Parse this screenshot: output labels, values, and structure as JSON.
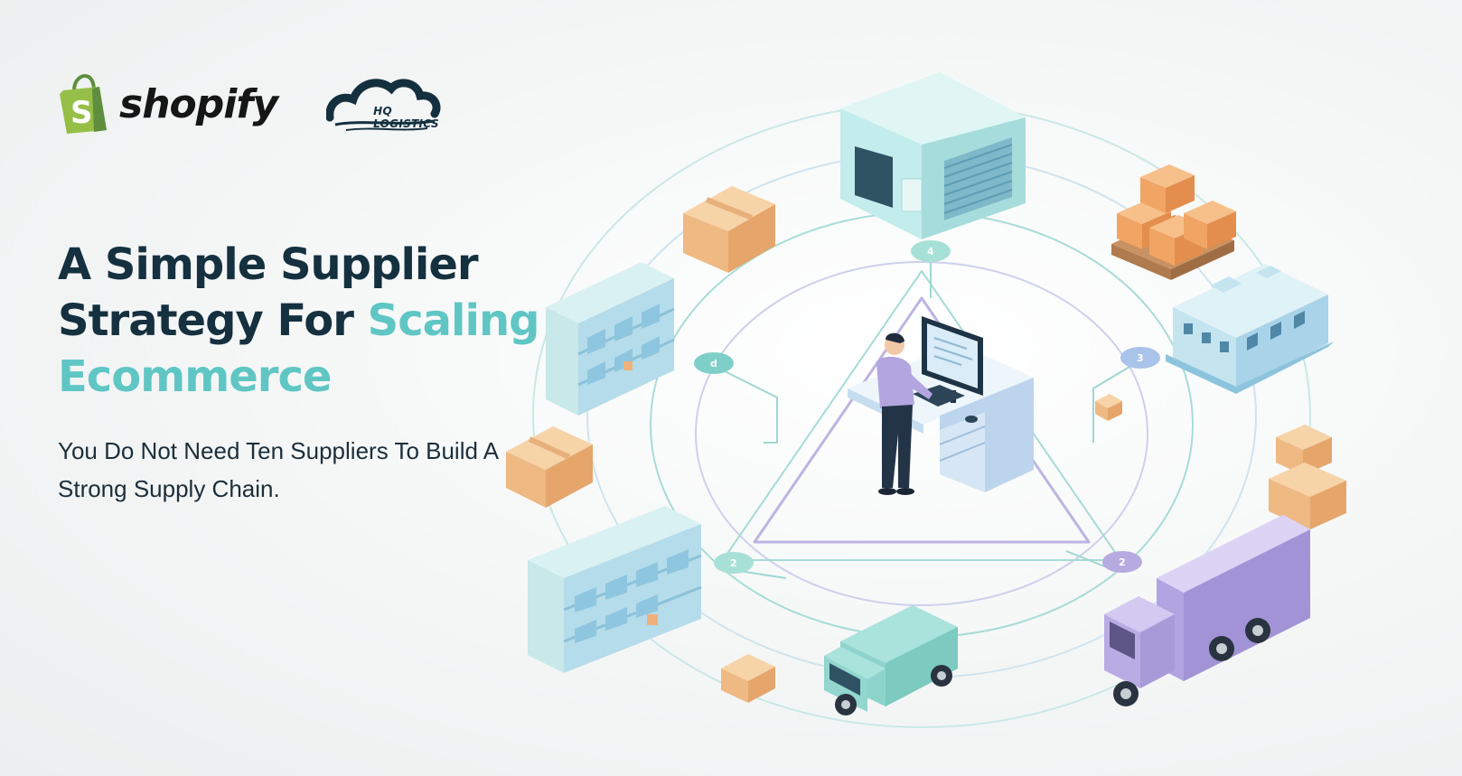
{
  "brand": {
    "shopify_wordmark": "shopify",
    "shopify_bag_letter": "S",
    "hq_wordmark": "HQ LOGISTICS"
  },
  "hero": {
    "headline_part1": "A Simple Supplier Strategy For ",
    "headline_accent": "Scaling Ecommerce",
    "subheadline": "You Do Not Need Ten Suppliers To Build A Strong Supply Chain."
  },
  "diagram": {
    "nodes": [
      {
        "label": "4"
      },
      {
        "label": "3"
      },
      {
        "label": "2"
      },
      {
        "label": "2"
      }
    ]
  },
  "colors": {
    "accent": "#5fc6c4",
    "heading": "#15303f",
    "shopify_green": "#95bf47",
    "mint": "#a9e3dc",
    "lavender": "#b9aee0",
    "cardboard": "#f2c28f"
  }
}
